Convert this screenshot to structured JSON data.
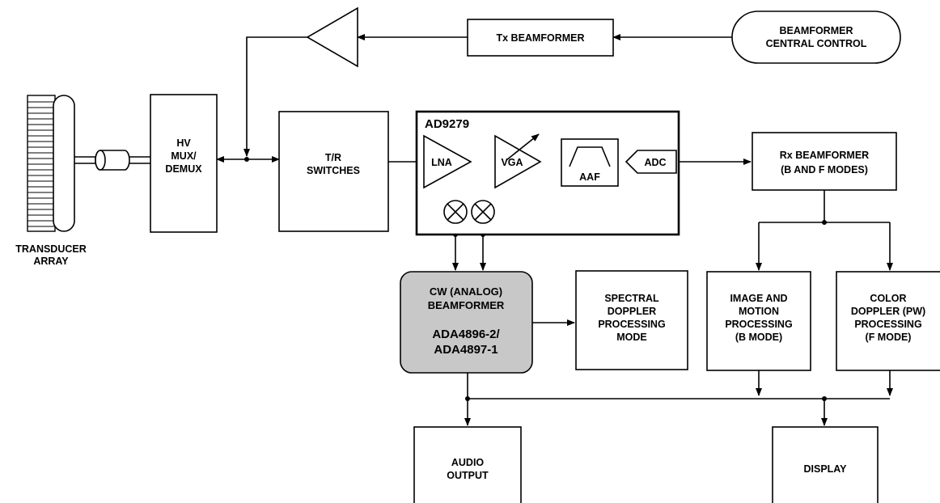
{
  "blocks": {
    "tx_beamformer": "Tx BEAMFORMER",
    "central_control": [
      "BEAMFORMER",
      "CENTRAL CONTROL"
    ],
    "transducer": [
      "TRANSDUCER",
      "ARRAY"
    ],
    "hv_mux": [
      "HV",
      "MUX/",
      "DEMUX"
    ],
    "tr_switches": [
      "T/R",
      "SWITCHES"
    ],
    "chip": "AD9279",
    "lna": "LNA",
    "vga": "VGA",
    "aaf": "AAF",
    "adc": "ADC",
    "rx_beamformer": [
      "Rx BEAMFORMER",
      "(B AND F MODES)"
    ],
    "cw_beamformer": [
      "CW (ANALOG)",
      "BEAMFORMER"
    ],
    "cw_parts": [
      "ADA4896-2/",
      "ADA4897-1"
    ],
    "spectral": [
      "SPECTRAL",
      "DOPPLER",
      "PROCESSING",
      "MODE"
    ],
    "image_motion": [
      "IMAGE AND",
      "MOTION",
      "PROCESSING",
      "(B MODE)"
    ],
    "color_doppler": [
      "COLOR",
      "DOPPLER (PW)",
      "PROCESSING",
      "(F MODE)"
    ],
    "audio": [
      "AUDIO",
      "OUTPUT"
    ],
    "display": "DISPLAY"
  },
  "colors": {
    "line": "#000000",
    "cw_fill": "#c8c8c8",
    "background": "#ffffff"
  }
}
